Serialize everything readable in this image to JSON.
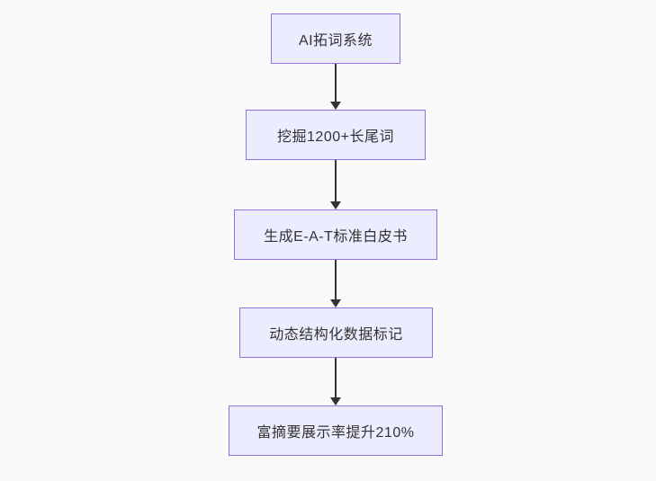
{
  "diagram": {
    "type": "flowchart",
    "direction": "top-down",
    "nodes": [
      {
        "label": "AI拓词系统"
      },
      {
        "label": "挖掘1200+长尾词"
      },
      {
        "label": "生成E-A-T标准白皮书"
      },
      {
        "label": "动态结构化数据标记"
      },
      {
        "label": "富摘要展示率提升210%"
      }
    ],
    "edges": [
      {
        "from": "AI拓词系统",
        "to": "挖掘1200+长尾词"
      },
      {
        "from": "挖掘1200+长尾词",
        "to": "生成E-A-T标准白皮书"
      },
      {
        "from": "生成E-A-T标准白皮书",
        "to": "动态结构化数据标记"
      },
      {
        "from": "动态结构化数据标记",
        "to": "富摘要展示率提升210%"
      }
    ]
  },
  "colors": {
    "background": "#fafafa",
    "node-fill": "#ececff",
    "node-border": "#9370db",
    "arrow": "#333333",
    "text": "#333333"
  }
}
